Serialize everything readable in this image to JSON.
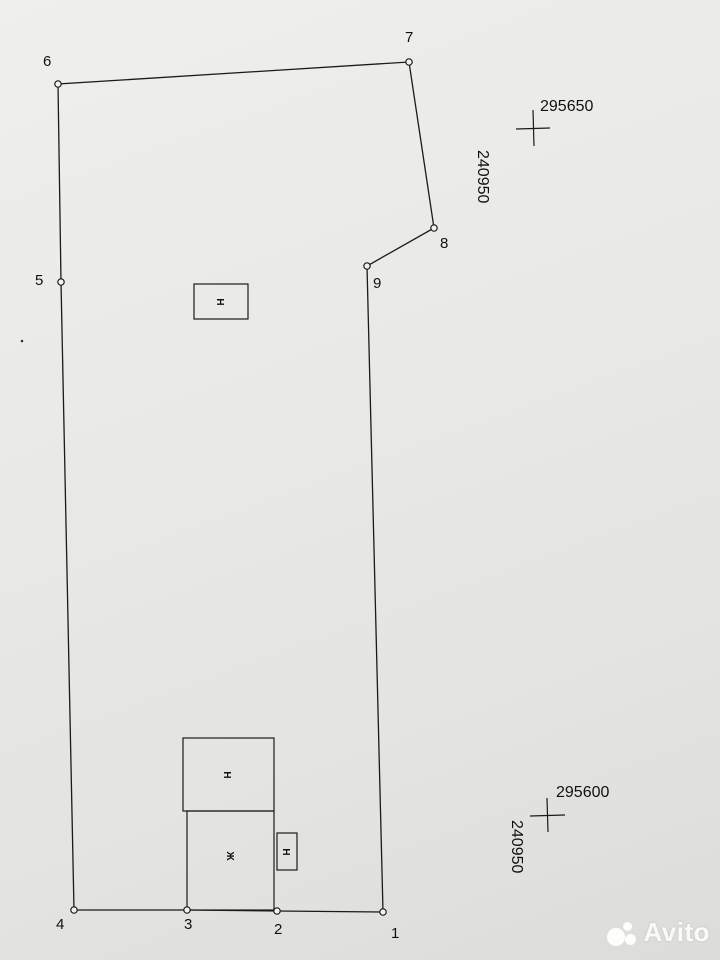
{
  "plan": {
    "points": [
      {
        "id": "1",
        "label": "1"
      },
      {
        "id": "2",
        "label": "2"
      },
      {
        "id": "3",
        "label": "3"
      },
      {
        "id": "4",
        "label": "4"
      },
      {
        "id": "5",
        "label": "5"
      },
      {
        "id": "6",
        "label": "6"
      },
      {
        "id": "7",
        "label": "7"
      },
      {
        "id": "8",
        "label": "8"
      },
      {
        "id": "9",
        "label": "9"
      }
    ],
    "buildings": [
      {
        "label": "Н"
      },
      {
        "label": "Н"
      },
      {
        "label": "Ж"
      },
      {
        "label": "Н"
      }
    ],
    "grid_marks": [
      {
        "x_label": "295650",
        "y_label": "240950"
      },
      {
        "x_label": "295600",
        "y_label": "240950"
      }
    ]
  },
  "watermark": {
    "text": "Avito"
  }
}
